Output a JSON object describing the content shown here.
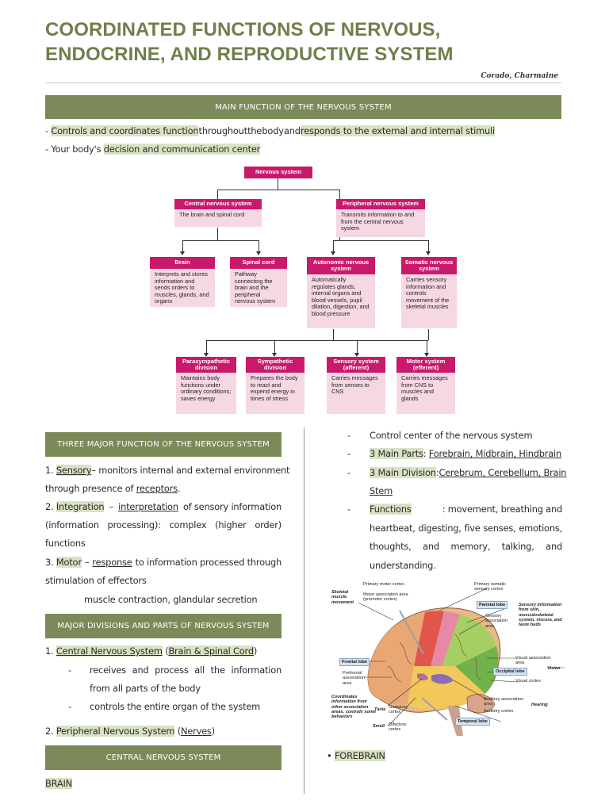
{
  "title_line1": "COORDINATED FUNCTIONS OF NERVOUS,",
  "title_line2": "ENDOCRINE, AND REPRODUCTIVE SYSTEM",
  "author": "Corado, Charmaine",
  "sections": {
    "main_function": {
      "heading": "MAIN FUNCTION OF THE NERVOUS SYSTEM",
      "bullet1": {
        "dash": "-",
        "part1": "Controls and coordinates function",
        "part2": "throughout",
        "part3": "the",
        "part4": "body",
        "part5": "and",
        "part6": "responds to the external and internal stimuli"
      },
      "bullet2": {
        "dash": "-",
        "part1": "Your body's",
        "part2": "decision and communication center"
      }
    },
    "three_major": {
      "heading": "THREE MAJOR FUNCTION OF THE NERVOUS SYSTEM",
      "item1_num": "1.",
      "item1_term": "Sensory",
      "item1_rest": "– monitors internal and external environment",
      "item1_line2a": "through presence of",
      "item1_line2b": "receptors",
      "item1_line2c": ".",
      "item2_num": "2.",
      "item2_term": "Integration",
      "item2_dash": "–",
      "item2_term2": "interpretation",
      "item2_rest": "of sensory information",
      "item2_line2": "(information processing): complex (higher order)",
      "item2_line3": "functions",
      "item3_num": "3.",
      "item3_term": "Motor",
      "item3_dash": "–",
      "item3_term2": "response",
      "item3_rest": "to information processed through",
      "item3_line2": "stimulation of effectors",
      "item3_line3": "muscle contraction, glandular secretion"
    },
    "major_divisions": {
      "heading": "MAJOR DIVISIONS AND PARTS OF NERVOUS SYSTEM",
      "cns_num": "1.",
      "cns_term": "Central Nervous System",
      "cns_paren_open": "(",
      "cns_parts": "Brain & Spinal Cord",
      "cns_paren_close": ")",
      "cns_sub1_line1": "receives and process all the information",
      "cns_sub1_line2": "from all parts of the body",
      "cns_sub2": "controls the entire organ of the system",
      "sub_dash": "-",
      "pns_num": "2.",
      "pns_term": "Peripheral Nervous System",
      "pns_paren_open": "(",
      "pns_parts": "Nerves",
      "pns_paren_close": ")"
    },
    "cns": {
      "heading": "CENTRAL NERVOUS SYSTEM",
      "brain_label": "BRAIN"
    },
    "brain_notes": {
      "dash": "-",
      "note1": "Control center of the nervous system",
      "note2_term": "3 Main Parts",
      "note2_colon": ":",
      "note2_value": "Forebrain, Midbrain, Hindbrain",
      "note3_term": "3 Main Division",
      "note3_colon": ":",
      "note3_value_line1": "Cerebrum, Cerebellum, Brain",
      "note3_value_line2": "Stem",
      "note4_term": "Functions",
      "note4_line1_rest": ": movement, breathing and",
      "note4_line2": "heartbeat, digesting, five senses, emotions,",
      "note4_line3": "thoughts, and memory, talking, and",
      "note4_line4": "understanding.",
      "forebrain_bullet": "•",
      "forebrain": "FOREBRAIN"
    }
  },
  "diagram": {
    "root": "Nervous system",
    "cns_head": "Central nervous system",
    "cns_body": "The brain and spinal cord",
    "pns_head": "Peripheral nervous system",
    "pns_body": "Transmits information to and from the central nervous system",
    "brain_head": "Brain",
    "brain_body": "Interprets and stores information and sends orders to muscles, glands, and organs",
    "spinal_head": "Spinal cord",
    "spinal_body": "Pathway connecting the brain and the peripheral nervous system",
    "autonomic_head": "Autonomic nervous system",
    "autonomic_body": "Automatically regulates glands, internal organs and blood vessels, pupil dilation, digestion, and blood pressure",
    "somatic_head": "Somatic nervous system",
    "somatic_body": "Carries sensory information and controls movement of the skeletal muscles",
    "para_head": "Parasympathetic division",
    "para_body": "Maintains body functions under ordinary conditions; saves energy",
    "symp_head": "Sympathetic division",
    "symp_body": "Prepares the body to react and expend energy in times of stress",
    "sensory_head": "Sensory system (afferent)",
    "sensory_body": "Carries messages from senses to CNS",
    "motor_head": "Motor system (efferent)",
    "motor_body": "Carries messages from CNS to muscles and glands"
  },
  "brain_figure": {
    "skeletal": "Skeletal muscle movement",
    "primary_motor": "Primary motor cortex",
    "motor_assoc": "Motor association area (premotor cortex)",
    "primary_somatic": "Primary somatic sensory cortex",
    "parietal": "Parietal lobe",
    "sensory_info": "Sensory information from skin, musculoskeletal system, viscera, and taste buds",
    "sensory_assoc": "Sensory association area",
    "frontal": "Frontal lobe",
    "prefrontal": "Prefrontal association area",
    "visual_assoc": "Visual association area",
    "occipital": "Occipital lobe",
    "vision": "Vision",
    "visual_cortex": "Visual cortex",
    "coordinates": "Coordinates information from other association areas, controls some behaviors",
    "auditory_assoc": "Auditory association area",
    "hearing": "Hearing",
    "auditory_cortex": "Auditory cortex",
    "taste": "Taste",
    "gustatory": "Gustatory cortex",
    "temporal": "Temporal lobe",
    "smell": "Smell",
    "olfactory": "Olfactory cortex"
  },
  "colors": {
    "olive_band": "#7c8a5a",
    "title_green": "#6f7f4c",
    "highlight": "#d9e3c4",
    "diagram_magenta": "#c8196b",
    "diagram_pink": "#f6d8e4"
  }
}
